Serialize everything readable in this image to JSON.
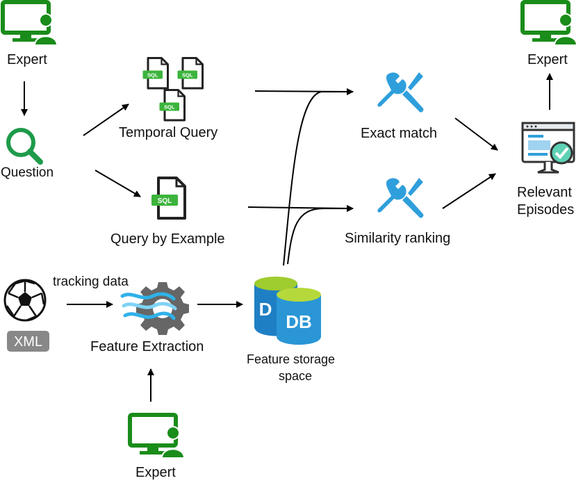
{
  "nodes": {
    "expert_top_left": "Expert",
    "question": "Question",
    "temporal_query": "Temporal Query",
    "query_by_example": "Query by Example",
    "exact_match": "Exact match",
    "similarity_ranking": "Similarity ranking",
    "expert_top_right": "Expert",
    "relevant_episodes_line1": "Relevant",
    "relevant_episodes_line2": "Episodes",
    "tracking_data": "tracking data",
    "feature_extraction": "Feature Extraction",
    "feature_storage_line1": "Feature storage",
    "feature_storage_line2": "space",
    "expert_bottom": "Expert"
  },
  "icons": {
    "sql_badge": "SQL",
    "db_letters_back": "D",
    "db_letters_front": "DB",
    "xml_badge": "XML"
  },
  "colors": {
    "green": "#1a8c1a",
    "dark": "#222222",
    "sql_green": "#3cb43c",
    "tool_blue": "#2f9fdc",
    "db_blue": "#1f7fc4",
    "db_top": "#9fcc2e"
  }
}
